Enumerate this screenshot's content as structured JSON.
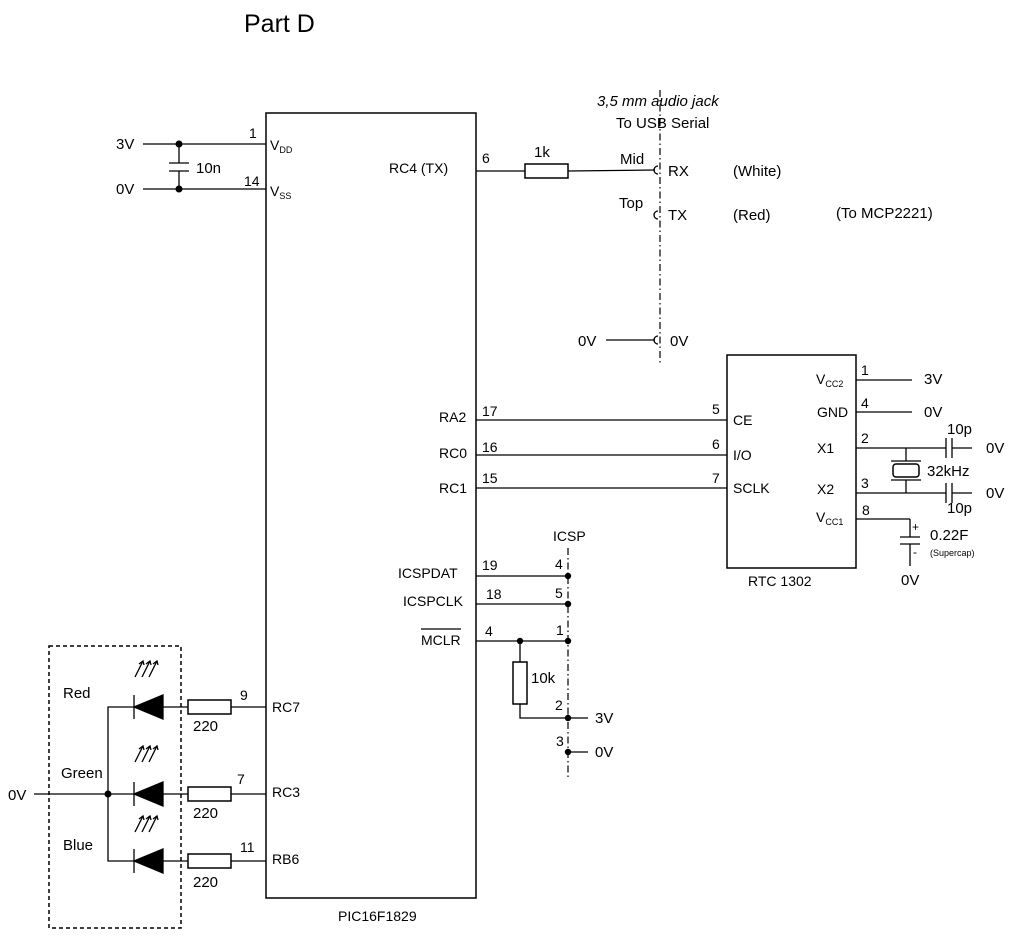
{
  "title": "Part D",
  "mcu": {
    "name": "PIC16F1829",
    "vdd_sub": "DD",
    "vss_sub": "SS",
    "pins": {
      "vdd": "1",
      "vss": "14",
      "tx": "6",
      "ra2": "17",
      "rc0": "16",
      "rc1": "15",
      "icspdat": "19",
      "icspclk": "18",
      "mclr": "4",
      "rc7": "9",
      "rc3": "7",
      "rb6": "11"
    },
    "labels": {
      "tx": "RC4 (TX)",
      "ra2": "RA2",
      "rc0": "RC0",
      "rc1": "RC1",
      "icspdat": "ICSPDAT",
      "icspclk": "ICSPCLK",
      "mclr": "MCLR",
      "rc7": "RC7",
      "rc3": "RC3",
      "rb6": "RB6"
    }
  },
  "power": {
    "v3": "3V",
    "v0": "0V",
    "decoupling_cap": "10n"
  },
  "jack": {
    "title": "3,5 mm audio jack",
    "subtitle": "To USB Serial",
    "mid": "Mid",
    "top": "Top",
    "rx": "RX",
    "tx": "TX",
    "gnd": "0V",
    "gnd_in": "0V",
    "white": "(White)",
    "red": "(Red)",
    "mcp": "(To MCP2221)",
    "resistor": "1k"
  },
  "rtc": {
    "name": "RTC 1302",
    "vcc2_main": "V",
    "vcc2_sub": "CC2",
    "vcc1_main": "V",
    "vcc1_sub": "CC1",
    "gnd": "GND",
    "x1": "X1",
    "x2": "X2",
    "ce": "CE",
    "io": "I/O",
    "sclk": "SCLK",
    "pins": {
      "vcc2": "1",
      "gnd": "4",
      "x1": "2",
      "x2": "3",
      "vcc1": "8",
      "ce": "5",
      "io": "6",
      "sclk": "7"
    },
    "v3": "3V",
    "v0": "0V",
    "cap1": "10p",
    "cap2": "10p",
    "xtal": "32kHz",
    "supercap": "0.22F",
    "supercap_note": "(Supercap)",
    "plus": "+",
    "minus": "-",
    "x1_gnd": "0V",
    "x2_gnd": "0V",
    "supercap_gnd": "0V"
  },
  "icsp": {
    "title": "ICSP",
    "pins": {
      "p4": "4",
      "p5": "5",
      "p1": "1",
      "p2": "2",
      "p3": "3"
    },
    "v3": "3V",
    "v0": "0V",
    "pullup": "10k"
  },
  "led": {
    "red": "Red",
    "green": "Green",
    "blue": "Blue",
    "r1": "220",
    "r2": "220",
    "r3": "220",
    "gnd": "0V"
  }
}
